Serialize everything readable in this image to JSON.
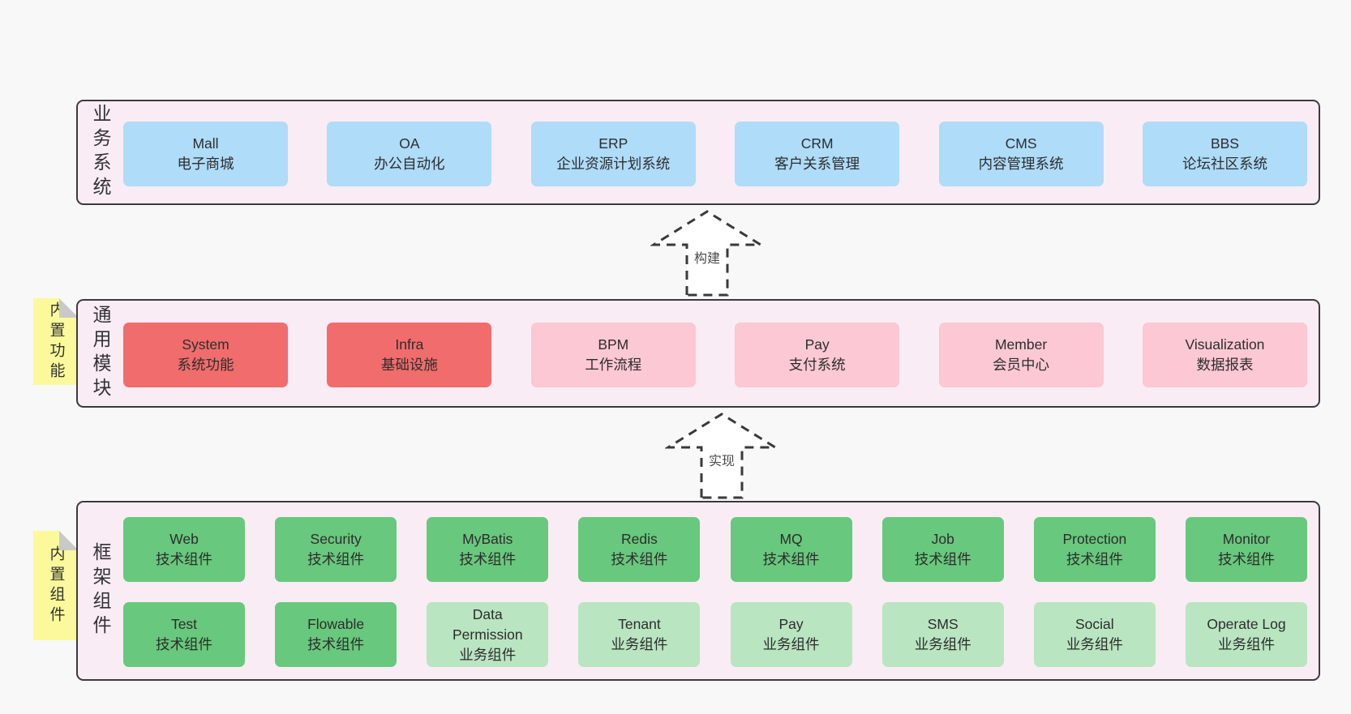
{
  "colors": {
    "page_bg": "#f8f8f8",
    "band_bg": "#f9ecf5",
    "band_border": "#3b3b3b",
    "node_blue": "#aedcf9",
    "node_red": "#f16c6c",
    "node_pink": "#fbc8d3",
    "node_green": "#68c87d",
    "node_lightgreen": "#b9e5c1",
    "sticky_yellow": "#fbf99c",
    "sticky_fold_gray": "#c9c9c9",
    "text": "#2d2d2d"
  },
  "arrows": [
    {
      "label": "构建"
    },
    {
      "label": "实现"
    }
  ],
  "bands": [
    {
      "label": "业务系统",
      "boxes": [
        {
          "title": "Mall",
          "subtitle": "电子商城"
        },
        {
          "title": "OA",
          "subtitle": "办公自动化"
        },
        {
          "title": "ERP",
          "subtitle": "企业资源计划系统"
        },
        {
          "title": "CRM",
          "subtitle": "客户关系管理"
        },
        {
          "title": "CMS",
          "subtitle": "内容管理系统"
        },
        {
          "title": "BBS",
          "subtitle": "论坛社区系统"
        }
      ]
    },
    {
      "label": "通用模块",
      "sticky": "内置功能",
      "boxes": [
        {
          "title": "System",
          "subtitle": "系统功能"
        },
        {
          "title": "Infra",
          "subtitle": "基础设施"
        },
        {
          "title": "BPM",
          "subtitle": "工作流程"
        },
        {
          "title": "Pay",
          "subtitle": "支付系统"
        },
        {
          "title": "Member",
          "subtitle": "会员中心"
        },
        {
          "title": "Visualization",
          "subtitle": "数据报表"
        }
      ]
    },
    {
      "label": "框架组件",
      "sticky": "内置组件",
      "row1": [
        {
          "title": "Web",
          "subtitle": "技术组件"
        },
        {
          "title": "Security",
          "subtitle": "技术组件"
        },
        {
          "title": "MyBatis",
          "subtitle": "技术组件"
        },
        {
          "title": "Redis",
          "subtitle": "技术组件"
        },
        {
          "title": "MQ",
          "subtitle": "技术组件"
        },
        {
          "title": "Job",
          "subtitle": "技术组件"
        },
        {
          "title": "Protection",
          "subtitle": "技术组件"
        },
        {
          "title": "Monitor",
          "subtitle": "技术组件"
        }
      ],
      "row2": [
        {
          "title": "Test",
          "subtitle": "技术组件"
        },
        {
          "title": "Flowable",
          "subtitle": "技术组件"
        },
        {
          "title": "Data Permission",
          "subtitle": "业务组件"
        },
        {
          "title": "Tenant",
          "subtitle": "业务组件"
        },
        {
          "title": "Pay",
          "subtitle": "业务组件"
        },
        {
          "title": "SMS",
          "subtitle": "业务组件"
        },
        {
          "title": "Social",
          "subtitle": "业务组件"
        },
        {
          "title": "Operate Log",
          "subtitle": "业务组件"
        }
      ]
    }
  ]
}
